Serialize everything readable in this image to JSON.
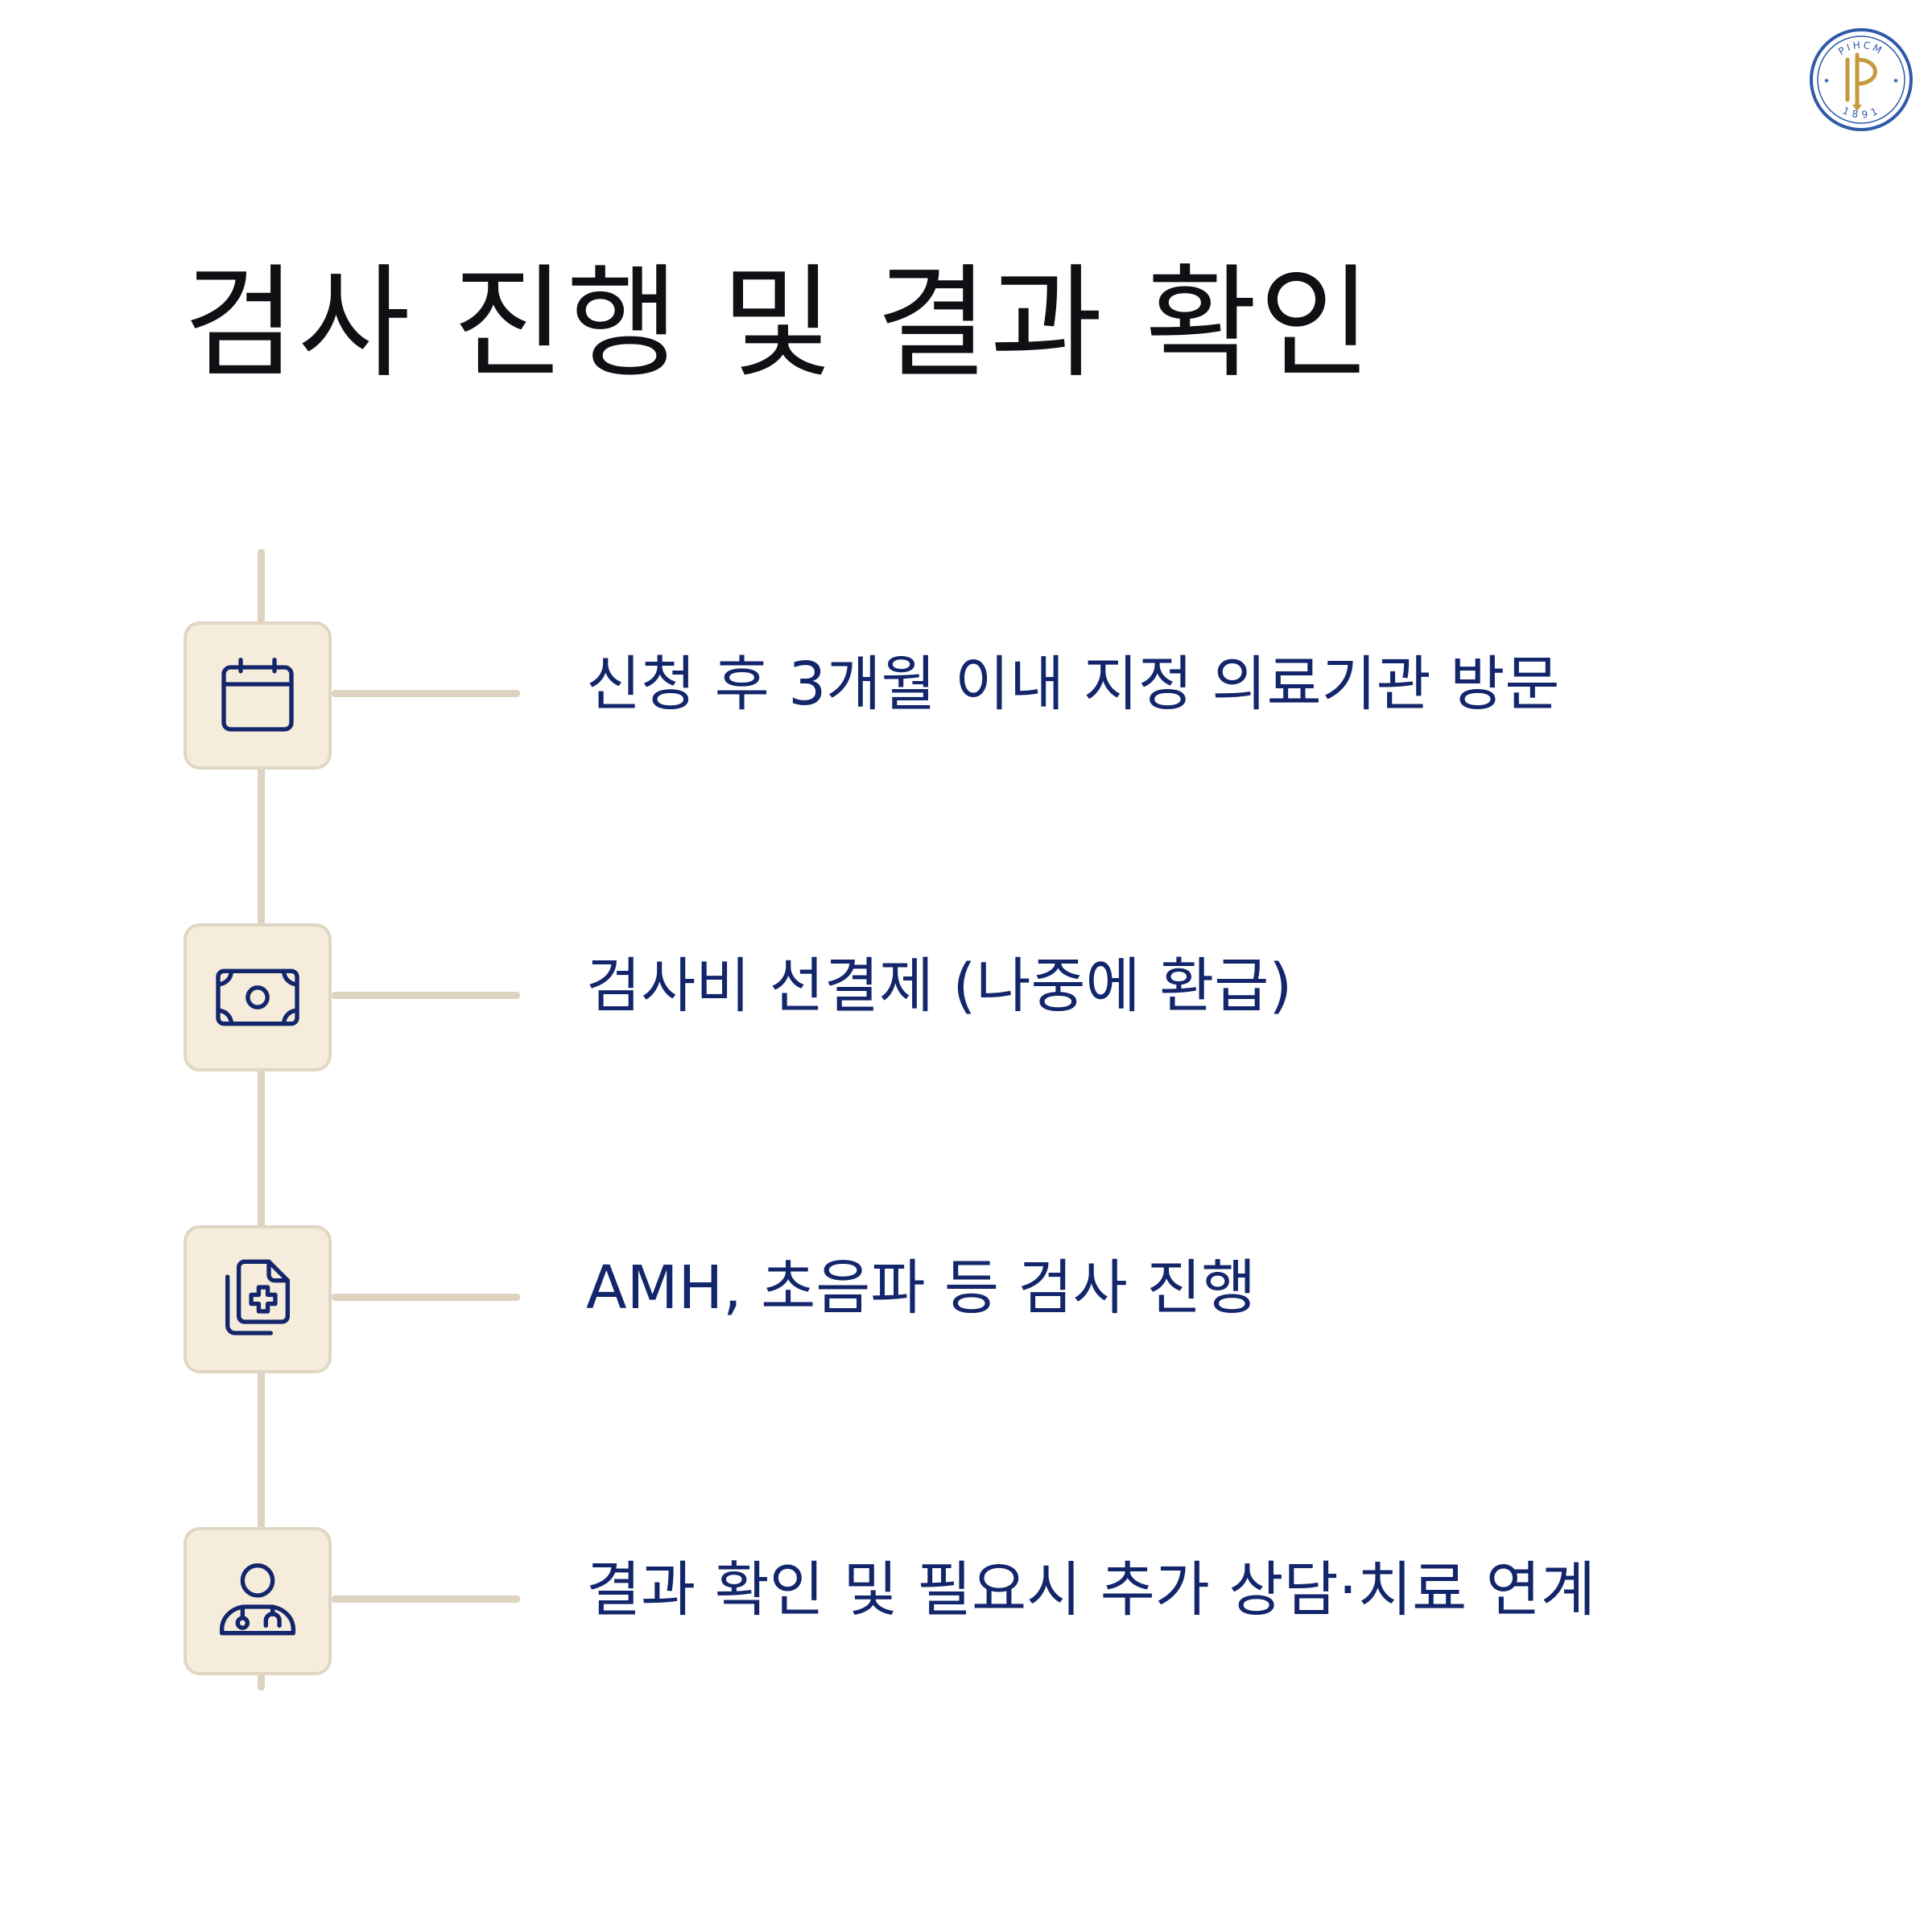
{
  "logo": {
    "top_text": "PIHCM",
    "bottom_text": "1891",
    "ring_color": "#2f5aa8",
    "emblem_color": "#c49a3c"
  },
  "title": "검사 진행 및 결과 확인",
  "colors": {
    "title": "#0f0f14",
    "step_text": "#14266b",
    "icon_stroke": "#14266b",
    "icon_box_fill": "#f5ecdc",
    "icon_box_border": "#e0d6c3",
    "timeline": "#ddd3c0"
  },
  "steps": [
    {
      "icon": "calendar-icon",
      "text": "신청 후 3개월 이내 지정 의료기관 방문"
    },
    {
      "icon": "money-icon",
      "text": "검사비 선결제 (나중에 환급)"
    },
    {
      "icon": "medical-documents-icon",
      "text": "AMH, 초음파 등 검사 진행"
    },
    {
      "icon": "doctor-icon",
      "text": "결과 확인 및 필요시 추가 상담·치료 연계"
    }
  ]
}
